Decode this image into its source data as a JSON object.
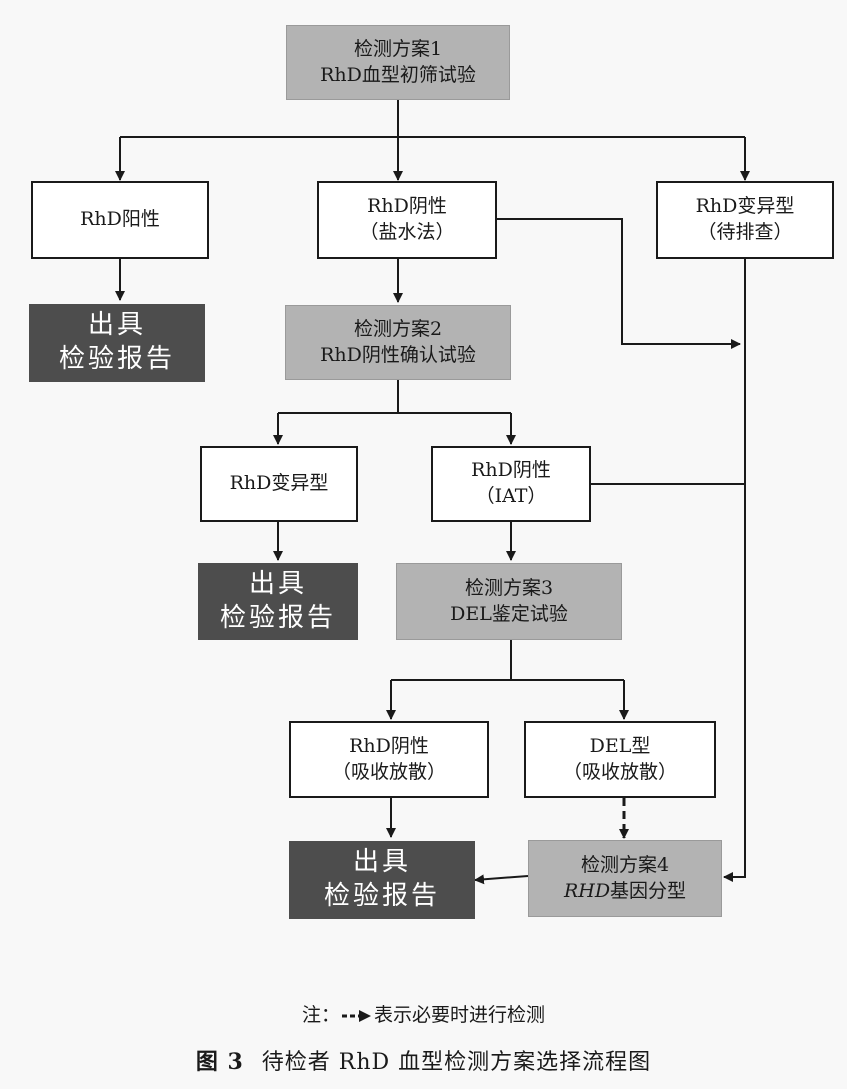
{
  "nodes": {
    "plan1": {
      "line1": "检测方案1",
      "line2": "RhD血型初筛试验"
    },
    "rhd_positive": {
      "line1": "RhD阳性"
    },
    "rhd_negative_saline": {
      "line1": "RhD阴性",
      "line2": "（盐水法）"
    },
    "rhd_variant_pending": {
      "line1": "RhD变异型",
      "line2": "（待排查）"
    },
    "report_1": {
      "line1": "出具",
      "line2": "检验报告"
    },
    "plan2": {
      "line1": "检测方案2",
      "line2": "RhD阴性确认试验"
    },
    "rhd_variant": {
      "line1": "RhD变异型"
    },
    "rhd_negative_iat": {
      "line1": "RhD阴性",
      "line2": "（IAT）"
    },
    "report_2": {
      "line1": "出具",
      "line2": "检验报告"
    },
    "plan3": {
      "line1": "检测方案3",
      "line2": "DEL鉴定试验"
    },
    "rhd_negative_absorb": {
      "line1": "RhD阴性",
      "line2": "（吸收放散）"
    },
    "del_type": {
      "line1": "DEL型",
      "line2": "（吸收放散）"
    },
    "report_3": {
      "line1": "出具",
      "line2": "检验报告"
    },
    "plan4": {
      "line1": "检测方案4",
      "line2_italic": "RHD",
      "line2_rest": "基因分型"
    }
  },
  "note": {
    "prefix": "注：",
    "text": "表示必要时进行检测"
  },
  "caption": {
    "figure": "图 3",
    "title": "待检者 RhD 血型检测方案选择流程图"
  },
  "colors": {
    "line": "#1a1a1a",
    "gray_box": "#b3b3b3",
    "dark_box": "#4d4d4d",
    "white_box": "#ffffff"
  }
}
